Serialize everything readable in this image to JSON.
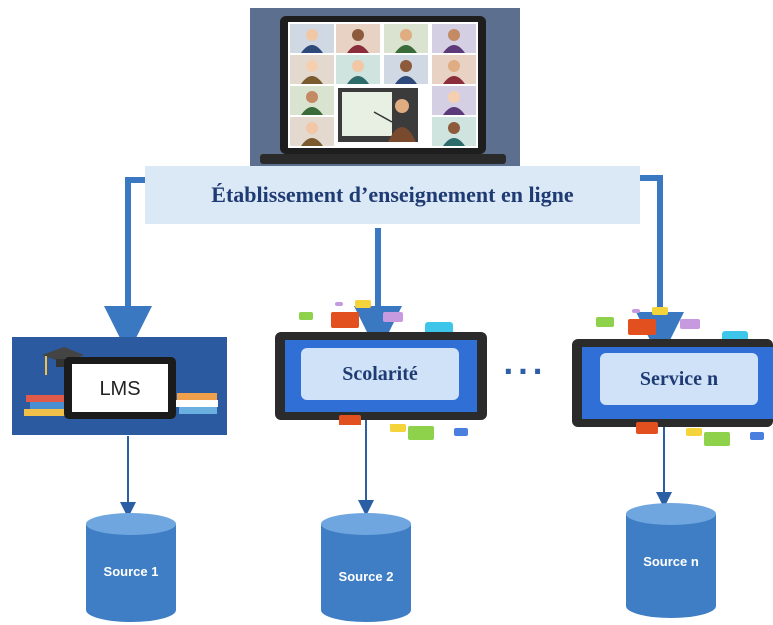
{
  "title": "Établissement d’enseignement en ligne",
  "services": [
    {
      "label": "LMS"
    },
    {
      "label": "Scolarité"
    },
    {
      "label": "Service n"
    }
  ],
  "ellipsis": "···",
  "sources": [
    {
      "label": "Source 1"
    },
    {
      "label": "Source 2"
    },
    {
      "label": "Source n"
    }
  ],
  "icons": [
    "video-conference-laptop-icon",
    "graduation-cap-icon",
    "books-icon",
    "tablet-icon",
    "database-icon"
  ],
  "colors": {
    "banner_bg": "#dbe8f5",
    "banner_text": "#1f3b73",
    "arrow": "#3a78c2",
    "db_body": "#3f7ec4",
    "db_top": "#6fa6df",
    "device_frame": "#2b2b2b",
    "device_screen": "#2f6fd6",
    "label_box": "#cfe2f7"
  }
}
